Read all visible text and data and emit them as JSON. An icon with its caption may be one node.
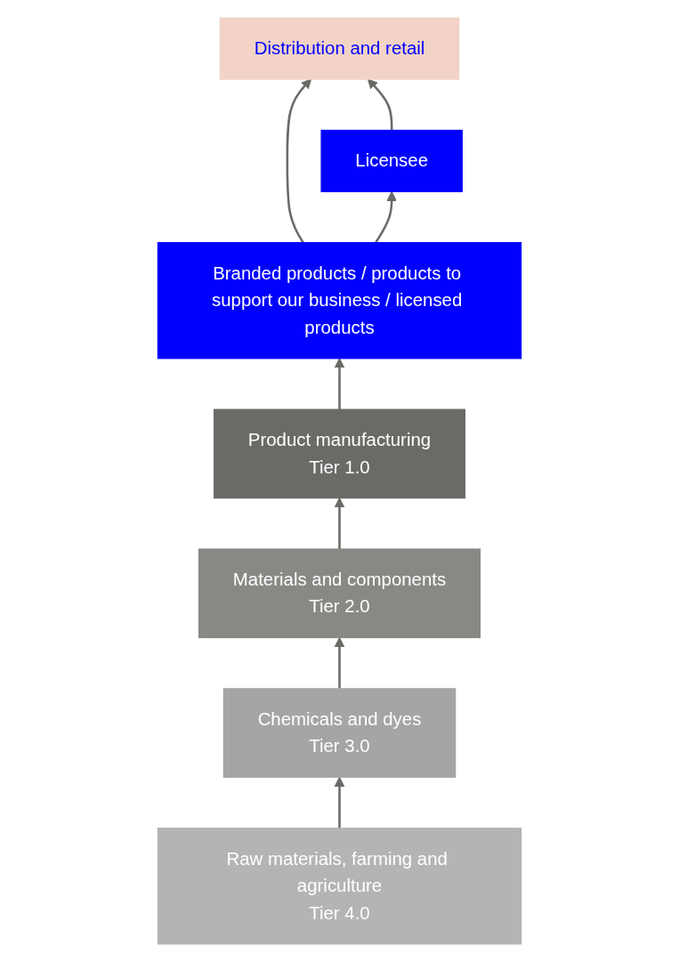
{
  "diagram": {
    "nodes": [
      {
        "text": [
          "Distribution and retail"
        ]
      },
      {
        "text": [
          "Branded products / products to support our business / licensed products"
        ]
      },
      {
        "text": [
          "Licensee"
        ]
      },
      {
        "text": [
          "Product manufacturing",
          "Tier 1.0"
        ]
      },
      {
        "text": [
          "Materials and components",
          "Tier 2.0"
        ]
      },
      {
        "text": [
          "Chemicals and dyes",
          "Tier 3.0"
        ]
      },
      {
        "text": [
          "Raw materials, farming and agriculture",
          "Tier 4.0"
        ]
      }
    ],
    "edges": [
      {
        "from": 1,
        "to": 0,
        "arrow": "to"
      },
      {
        "from": 2,
        "to": 0,
        "arrow": "to"
      },
      {
        "from": 1,
        "to": 2,
        "arrow": "to"
      },
      {
        "from": 3,
        "to": 1,
        "arrow": "to"
      },
      {
        "from": 4,
        "to": 3,
        "arrow": "to"
      },
      {
        "from": 5,
        "to": 4,
        "arrow": "to"
      },
      {
        "from": 6,
        "to": 5,
        "arrow": "to"
      }
    ]
  }
}
